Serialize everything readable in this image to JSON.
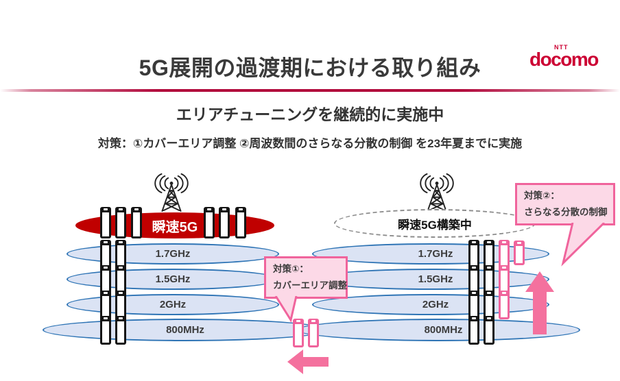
{
  "page": {
    "title": "5G展開の過渡期における取り組み",
    "subtitle": "エリアチューニングを継続的に実施中",
    "measures_line": "対策：①カバーエリア調整 ②周波数間のさらなる分散の制御 を23年夏までに実施"
  },
  "logo": {
    "ntt": "NTT",
    "brand": "docomo"
  },
  "diagram": {
    "left_cell": {
      "top_band_label": "瞬速5G"
    },
    "right_cell": {
      "top_band_label": "瞬速5G構築中"
    },
    "bands": [
      "1.7GHz",
      "1.5GHz",
      "2GHz",
      "800MHz"
    ],
    "callout1": {
      "title": "対策①：",
      "body": "カバーエリア調整"
    },
    "callout2": {
      "title": "対策②：",
      "body": "さらなる分散の制御"
    },
    "icons": {
      "tower": "radio-tower-icon",
      "phone": "smartphone-icon",
      "phone_new": "smartphone-icon-pink",
      "arrow_left": "arrow-left-icon",
      "arrow_up": "arrow-up-icon"
    },
    "colors": {
      "red_band": "#c00000",
      "band_fill": "#dbe3f4",
      "band_border": "#2e74b5",
      "pink": "#f4719e",
      "pink_border": "#f0649c",
      "callout_fill": "#fcd9e7",
      "brand_accent": "#cc0033",
      "dashed_gray": "#8c8c8c"
    }
  }
}
